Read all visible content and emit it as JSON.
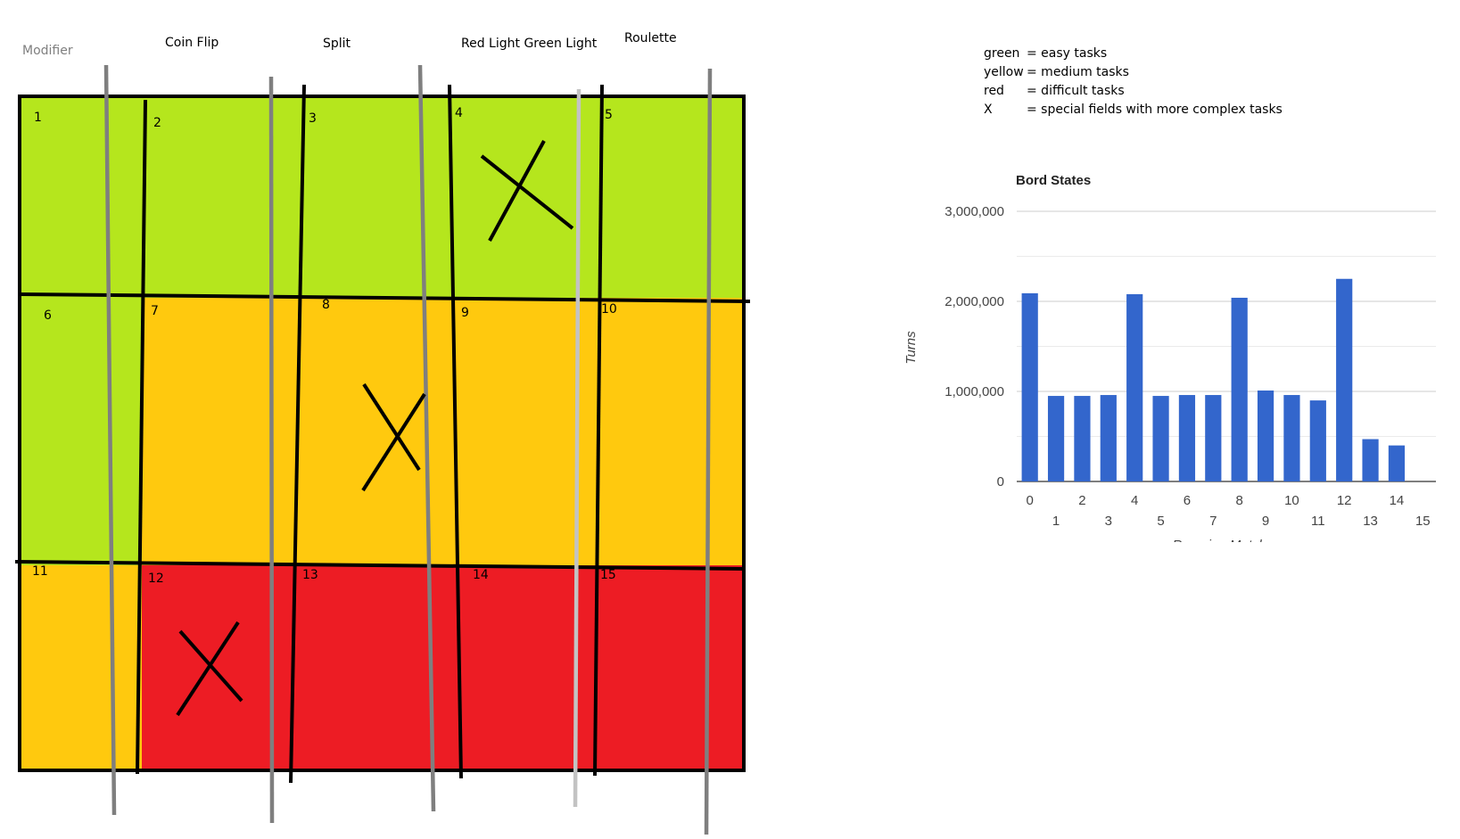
{
  "modifiers": {
    "header": "Modifier",
    "items": [
      "Coin Flip",
      "Split",
      "Red Light Green Light",
      "Roulette"
    ]
  },
  "board": {
    "cells": [
      {
        "n": "1",
        "difficulty": "easy"
      },
      {
        "n": "2",
        "difficulty": "easy"
      },
      {
        "n": "3",
        "difficulty": "easy"
      },
      {
        "n": "4",
        "difficulty": "easy",
        "special": true
      },
      {
        "n": "5",
        "difficulty": "easy"
      },
      {
        "n": "6",
        "difficulty": "easy"
      },
      {
        "n": "7",
        "difficulty": "medium"
      },
      {
        "n": "8",
        "difficulty": "medium",
        "special": true
      },
      {
        "n": "9",
        "difficulty": "medium"
      },
      {
        "n": "10",
        "difficulty": "medium"
      },
      {
        "n": "11",
        "difficulty": "medium"
      },
      {
        "n": "12",
        "difficulty": "difficult",
        "special": true
      },
      {
        "n": "13",
        "difficulty": "difficult"
      },
      {
        "n": "14",
        "difficulty": "difficult"
      },
      {
        "n": "15",
        "difficulty": "difficult"
      }
    ],
    "colors": {
      "easy": "#b5e61d",
      "medium": "#ffc90e",
      "difficult": "#ed1c24",
      "border": "#000000",
      "modifier_line": "#7f7f7f",
      "modifier_line_light": "#c3c3c3"
    }
  },
  "legend": [
    {
      "key": "green",
      "text": "= easy tasks"
    },
    {
      "key": "yellow",
      "text": "= medium tasks"
    },
    {
      "key": "red",
      "text": "= difficult tasks"
    },
    {
      "key": "X",
      "text": "= special fields with more complex tasks"
    }
  ],
  "chart_data": {
    "type": "bar",
    "title": "Bord States",
    "xlabel": "Remaing Matches",
    "ylabel": "Turns",
    "categories": [
      "0",
      "1",
      "2",
      "3",
      "4",
      "5",
      "6",
      "7",
      "8",
      "9",
      "10",
      "11",
      "12",
      "13",
      "14"
    ],
    "values": [
      2090000,
      950000,
      950000,
      960000,
      2080000,
      950000,
      960000,
      960000,
      2040000,
      1010000,
      960000,
      900000,
      2250000,
      470000,
      400000
    ],
    "ylim": [
      0,
      3000000
    ],
    "yticks": [
      "0",
      "1,000,000",
      "2,000,000",
      "3,000,000"
    ],
    "xticks_top": [
      "0",
      "2",
      "4",
      "6",
      "8",
      "10",
      "12",
      "14"
    ],
    "xticks_bottom": [
      "1",
      "3",
      "5",
      "7",
      "9",
      "11",
      "13",
      "15"
    ],
    "bar_color": "#3366cc",
    "grid": true,
    "legend": "none"
  }
}
